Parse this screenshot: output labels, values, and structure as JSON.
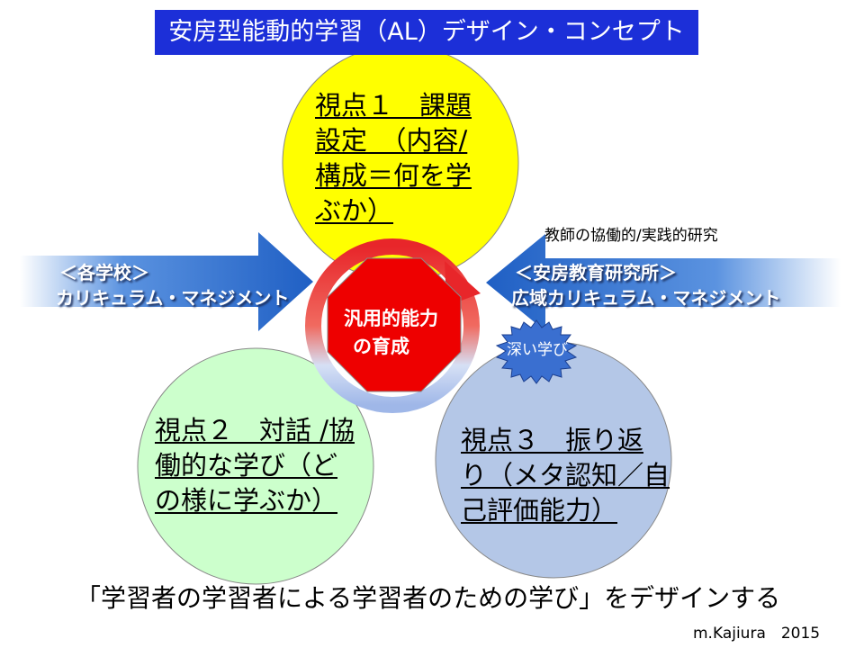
{
  "title": "安房型能動的学習（AL）デザイン・コンセプト",
  "viewpoints": [
    {
      "lines": [
        "視点１　課題",
        "設定　（内容/",
        "構成＝何を学",
        "ぶか）"
      ],
      "color": "#ffff00"
    },
    {
      "lines": [
        "視点２　対話 /協",
        "働的な学び（ど",
        "の様に学ぶか）"
      ],
      "color": "#ccffcc"
    },
    {
      "lines": [
        "視点３　振り返",
        "り（メタ認知／自",
        "己評価能力）"
      ],
      "color": "#b4c7e7"
    }
  ],
  "left_arrow": {
    "lines": [
      "＜各学校＞",
      "カリキュラム・マネジメント"
    ]
  },
  "right_arrow": {
    "lines": [
      "＜安房教育研究所＞",
      "広域カリキュラム・マネジメント"
    ]
  },
  "center": {
    "lines": [
      "汎用的能力",
      "の育成"
    ],
    "color": "#ee0000"
  },
  "burst": {
    "label": "深い学び",
    "color": "#3a6fd0"
  },
  "research_label": "教師の協働的/実践的研究",
  "bottom_text": "「学習者の学習者による学習者のための学び」をデザインする",
  "credit": "m.Kajiura　2015",
  "colors": {
    "title_bg": "#1c2fd8",
    "arrow_blue": "#2e74d6",
    "cycle_red": "#e8262a",
    "cycle_blue": "#bfd0f0"
  }
}
